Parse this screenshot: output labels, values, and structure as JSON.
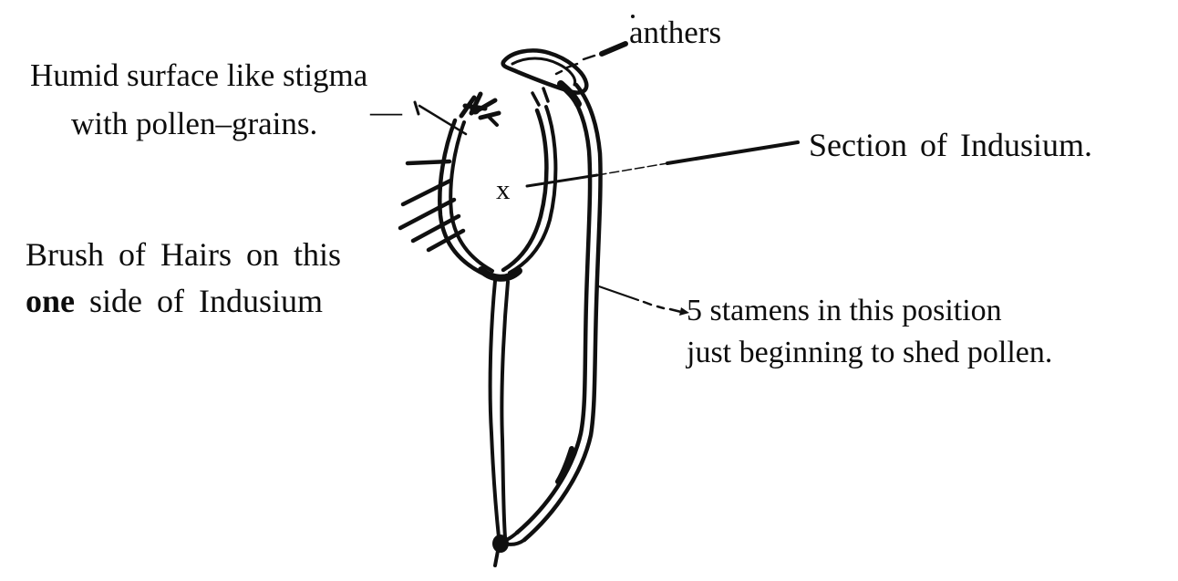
{
  "page": {
    "background_color": "#ffffff",
    "ink_color": "#0d0d0d",
    "description": "Hand-drawn botanical sketch of an indusium and stamen with annotation labels and leader lines"
  },
  "figure": {
    "marker_x": "x",
    "labels": {
      "humid_surface": {
        "line1": "Humid surface like stigma",
        "line2": "with pollen–grains.",
        "dash": "—"
      },
      "anthers": {
        "text": "anthers"
      },
      "section_indusium": {
        "text": "Section of Indusium."
      },
      "brush_hairs": {
        "line1": "Brush of Hairs on this",
        "bold_word": "one",
        "line2_rest": " side of Indusium"
      },
      "stamens": {
        "line1": "5 stamens in this position",
        "line2": "just beginning to shed pollen."
      }
    },
    "parts": [
      "anther-loop",
      "stamen-filament",
      "indusium-cup-left-arm",
      "indusium-cup-right-arm",
      "stigma-brush-tip",
      "brush-of-hairs",
      "indusium-stalk"
    ]
  }
}
